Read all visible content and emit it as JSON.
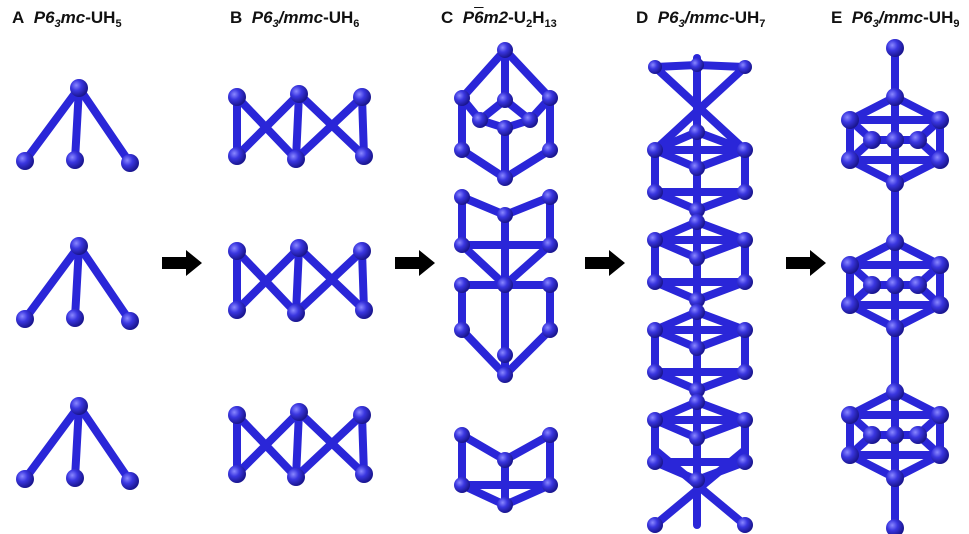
{
  "panels": [
    {
      "letter": "A",
      "formula_prefix": "P6",
      "sub1": "3",
      "mid": "mc",
      "suffix": "-UH",
      "sub2": "5"
    },
    {
      "letter": "B",
      "formula_prefix": "P6",
      "sub1": "3",
      "mid": "/mmc",
      "suffix": "-UH",
      "sub2": "6"
    },
    {
      "letter": "C",
      "formula_prefix": "P",
      "bar": "6",
      "mid": "m2",
      "suffix": "-U",
      "sub1": "2",
      "suffix2": "H",
      "sub2": "13"
    },
    {
      "letter": "D",
      "formula_prefix": "P6",
      "sub1": "3",
      "mid": "/mmc",
      "suffix": "-UH",
      "sub2": "7"
    },
    {
      "letter": "E",
      "formula_prefix": "P6",
      "sub1": "3",
      "mid": "/mmc",
      "suffix": "-UH",
      "sub2": "9"
    }
  ],
  "colors": {
    "atom": "#3a36e0",
    "bond": "#2a26d8",
    "arrow": "#000000"
  },
  "arrows": 4
}
